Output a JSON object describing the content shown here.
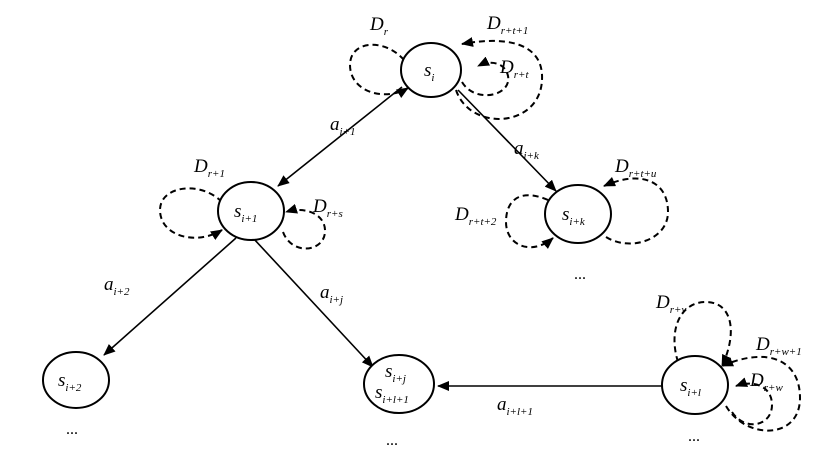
{
  "nodes": {
    "si": {
      "base": "s",
      "sub": "i"
    },
    "si1": {
      "base": "s",
      "sub": "i+1"
    },
    "sik": {
      "base": "s",
      "sub": "i+k"
    },
    "si2": {
      "base": "s",
      "sub": "i+2"
    },
    "sij": {
      "base": "s",
      "sub": "i+j",
      "base2": "s",
      "sub2": "i+l+1"
    },
    "sil": {
      "base": "s",
      "sub": "i+l"
    }
  },
  "edges": {
    "a_i1": {
      "base": "a",
      "sub": "i+1"
    },
    "a_ik": {
      "base": "a",
      "sub": "i+k"
    },
    "a_i2": {
      "base": "a",
      "sub": "i+2"
    },
    "a_ij": {
      "base": "a",
      "sub": "i+j"
    },
    "a_il1": {
      "base": "a",
      "sub": "i+l+1"
    }
  },
  "loops": {
    "d_r": {
      "base": "D",
      "sub": "r"
    },
    "d_rt1": {
      "base": "D",
      "sub": "r+t+1"
    },
    "d_rt": {
      "base": "D",
      "sub": "r+t"
    },
    "d_r1": {
      "base": "D",
      "sub": "r+1"
    },
    "d_rs": {
      "base": "D",
      "sub": "r+s"
    },
    "d_rtu": {
      "base": "D",
      "sub": "r+t+u"
    },
    "d_rt2": {
      "base": "D",
      "sub": "r+t+2"
    },
    "d_rv": {
      "base": "D",
      "sub": "r+v"
    },
    "d_rw1": {
      "base": "D",
      "sub": "r+w+1"
    },
    "d_rw": {
      "base": "D",
      "sub": "r+w"
    }
  },
  "ellipsis": "..."
}
